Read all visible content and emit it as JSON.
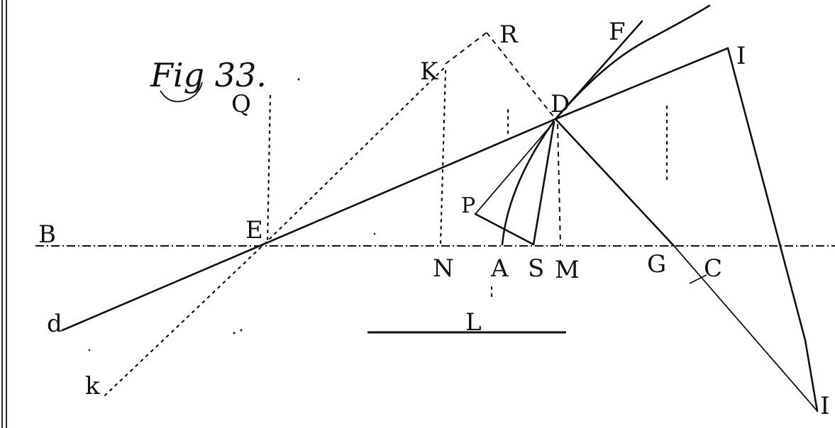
{
  "figure": {
    "title": "Fig 33.",
    "labels": {
      "B": "B",
      "E": "E",
      "d": "d",
      "k": "k",
      "Q": "Q",
      "K": "K",
      "R": "R",
      "D": "D",
      "F": "F",
      "I_top": "I",
      "P": "P",
      "N": "N",
      "A": "A",
      "S": "S",
      "M": "M",
      "G": "G",
      "C": "C",
      "L": "L",
      "I_bottom": "I"
    }
  }
}
